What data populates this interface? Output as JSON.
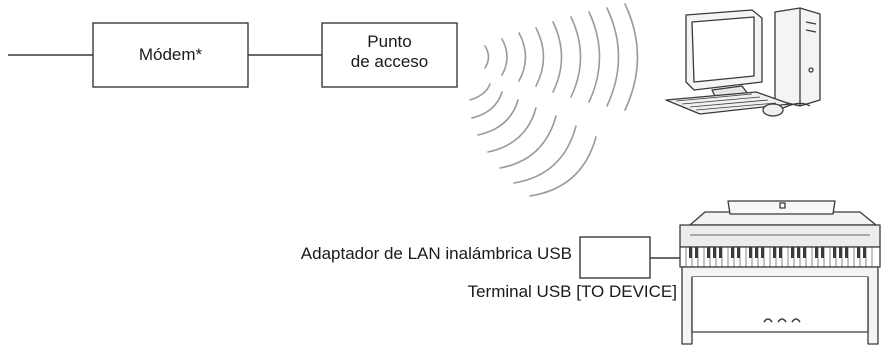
{
  "labels": {
    "modem": "Módem*",
    "access_point_line1": "Punto",
    "access_point_line2": "de acceso",
    "wireless_adapter": "Adaptador de LAN inalámbrica USB",
    "usb_terminal": "Terminal USB [TO DEVICE]"
  },
  "icons": {
    "computer": "desktop-computer-icon",
    "piano": "digital-piano-icon",
    "waves_top": "wireless-waves-icon",
    "waves_bottom": "wireless-waves-icon"
  },
  "colors": {
    "stroke": "#3a3a3a",
    "wave": "#9a9a9a",
    "text": "#1a1a1a"
  }
}
